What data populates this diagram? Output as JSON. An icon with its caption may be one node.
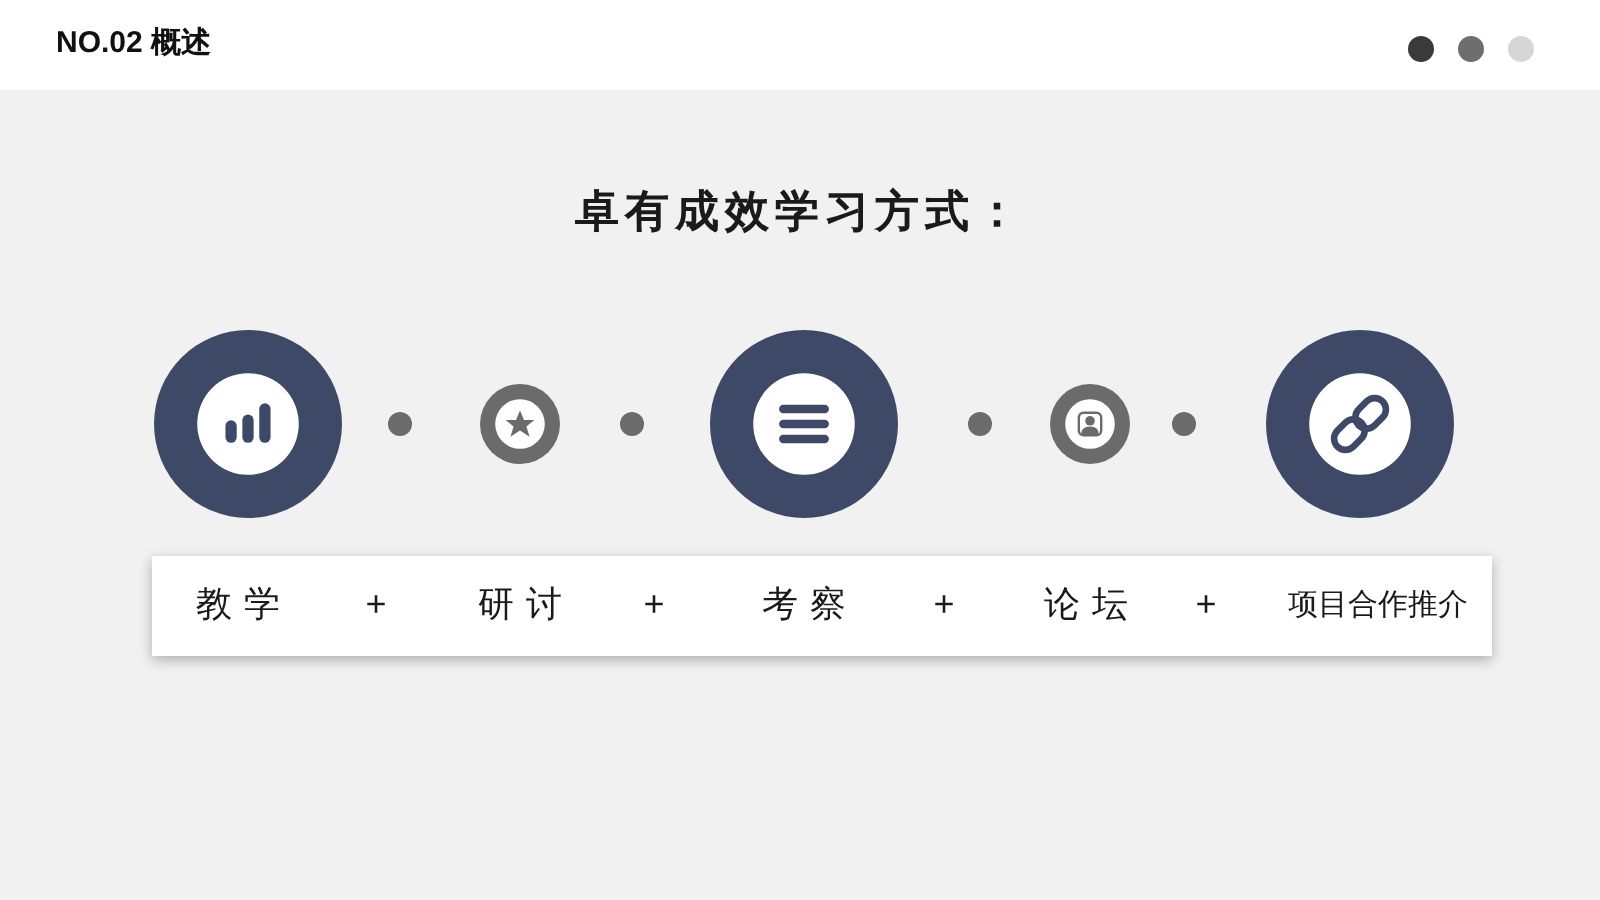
{
  "diagram": {
    "title": "卓有成效学习方式：",
    "nodes": [
      {
        "text": [
          "教学",
          "+",
          "研讨",
          "+",
          "考察",
          "+",
          "论坛",
          "+",
          "项目合作推介"
        ]
      }
    ],
    "labels": [
      "NO.02 概述"
    ]
  }
}
